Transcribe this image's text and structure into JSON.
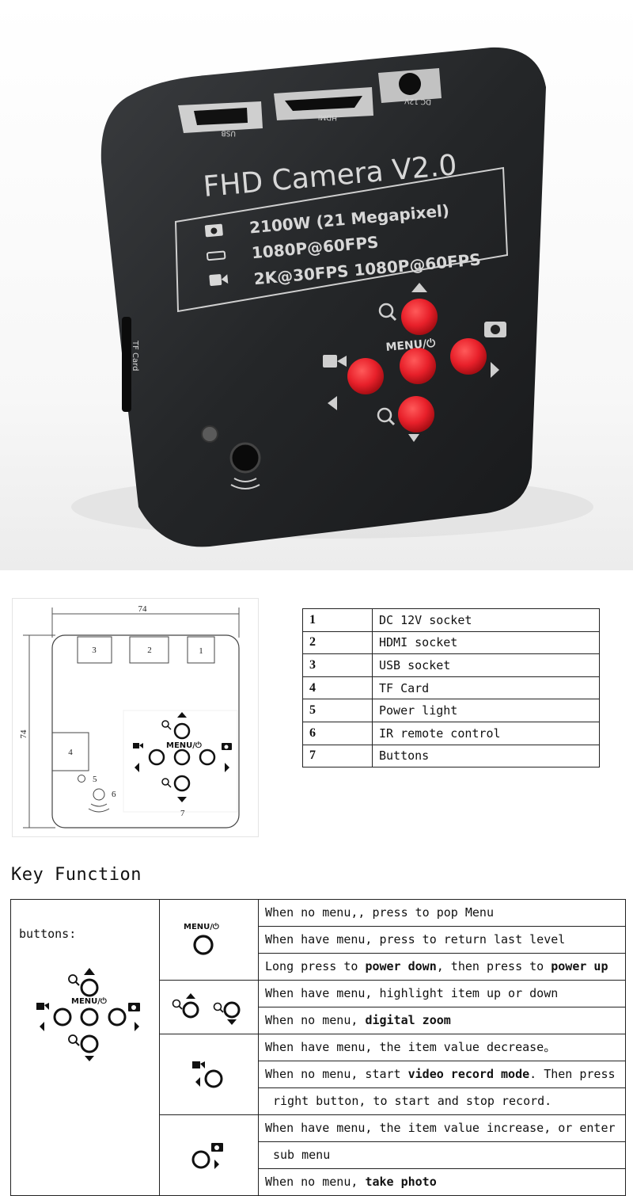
{
  "camera": {
    "title": "FHD Camera V2.0",
    "spec_photo": "2100W (21 Megapixel)",
    "spec_hdmi": "1080P@60FPS",
    "spec_video": "2K@30FPS 1080P@60FPS",
    "port_usb": "USB",
    "port_hdmi": "HDMI",
    "port_dc": "DC 12V",
    "side_label": "TF Card",
    "menu_label": "MENU/⏻"
  },
  "drawing": {
    "width_label": "74",
    "height_label": "74",
    "callouts": [
      "1",
      "2",
      "3",
      "4",
      "5",
      "6",
      "7"
    ],
    "menu_label": "MENU/⏻"
  },
  "parts": [
    {
      "num": "1",
      "name": "DC 12V socket"
    },
    {
      "num": "2",
      "name": "HDMI socket"
    },
    {
      "num": "3",
      "name": "USB socket"
    },
    {
      "num": "4",
      "name": "TF Card"
    },
    {
      "num": "5",
      "name": "Power light"
    },
    {
      "num": "6",
      "name": "IR remote control"
    },
    {
      "num": "7",
      "name": "Buttons"
    }
  ],
  "key_function": {
    "heading": "Key Function",
    "buttons_label": "buttons:",
    "menu_label": "MENU/⏻",
    "menu_rows": [
      {
        "parts": [
          {
            "t": "When no menu,, press to pop Menu"
          }
        ]
      },
      {
        "parts": [
          {
            "t": "When have menu, press to return last level"
          }
        ]
      },
      {
        "parts": [
          {
            "t": "Long press to "
          },
          {
            "t": "power down",
            "b": true
          },
          {
            "t": ", then press to "
          },
          {
            "t": "power up",
            "b": true
          }
        ]
      }
    ],
    "zoom_rows": [
      {
        "parts": [
          {
            "t": "When have menu, highlight item up or down"
          }
        ]
      },
      {
        "parts": [
          {
            "t": "When no menu, "
          },
          {
            "t": "digital zoom",
            "b": true
          }
        ]
      }
    ],
    "left_rows": [
      {
        "parts": [
          {
            "t": "When have menu, the item value decrease。"
          }
        ]
      },
      {
        "parts": [
          {
            "t": "When no menu, start "
          },
          {
            "t": "video record mode",
            "b": true
          },
          {
            "t": ". Then press"
          }
        ]
      },
      {
        "parts": [
          {
            "t": "right button, to start and stop record."
          }
        ],
        "indent": true
      }
    ],
    "right_rows": [
      {
        "parts": [
          {
            "t": "When have menu, the item value increase, or enter"
          }
        ]
      },
      {
        "parts": [
          {
            "t": "sub menu"
          }
        ],
        "indent": true
      },
      {
        "parts": [
          {
            "t": "When no menu, "
          },
          {
            "t": "take photo",
            "b": true
          }
        ]
      }
    ]
  },
  "colors": {
    "camera_body": "#222426",
    "button_red": "#e8202a",
    "drawing_line": "#555555"
  }
}
